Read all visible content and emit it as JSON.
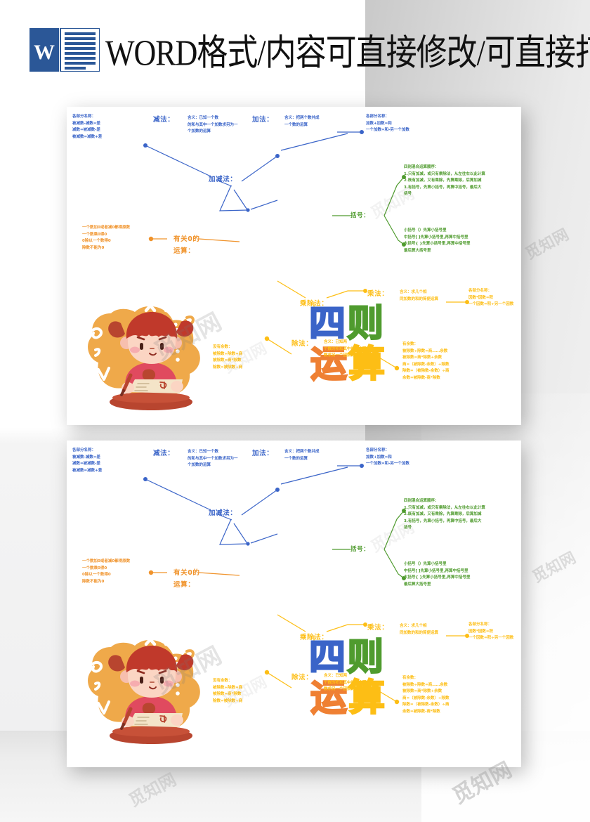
{
  "banner": {
    "title": "WORD格式/内容可直接修改/可直接打印",
    "icon": "word-icon",
    "icon_letter": "W"
  },
  "mindmap": {
    "center_title": [
      "四",
      "则",
      "运",
      "算"
    ],
    "center_colors": [
      "#3a64c8",
      "#4f9b2e",
      "#ef8033",
      "#fdbe15"
    ],
    "branches": {
      "addsub_label": "加减法：",
      "bracket_label": "括号：",
      "zero_label": "有关0的\n运算：",
      "muldiv_label": "乘除法：",
      "sub_label": "减法：",
      "add_label": "加法：",
      "mul_label": "乘法：",
      "div_label": "除法："
    },
    "nodes": {
      "sub_parts": "各部分名称：\n被减数-减数=差\n减数=被减数-差\n被减数=减数+差",
      "sub_meaning": "含义：已知一个数\n的和与其中一个加数求另为一\n个加数的运算",
      "add_meaning": "含义：把两个数并成\n一个数的运算",
      "add_parts": "各部分名称：\n加数+加数=和\n一个加数=和-另一个加数",
      "order_rules": "四则混合运算顺序：\n1.只有加减，或只有乘除法，从左往右以此计算\n2.既有加减，又有乘除，先算乘除，后算加减\n3.有括号，先算小括号，再算中括号，最后大\n括号",
      "bracket_rules": "小括号（）先算小括号里\n中括号[ ]先算小括号里,再算中括号里\n大括号{ }先算小括号里,再算中括号里\n最后算大括号里",
      "zero_rules": "一个数加0或者减0都得原数\n一个数乘0得0\n0除以一个数得0\n除数不能为0",
      "mul_meaning": "含义：求几个相\n同加数的和的简便运算",
      "mul_parts": "各部分名称：\n因数*因数=积\n一个因数=积÷另一个因数",
      "div_meaning": "含义：已知两\n个数的积和其中的一个因\n数求另一个因数的运算",
      "div_no_remainder": "没有余数：\n被除数÷除数=商\n被除数=商*除数\n除数=被除数÷商",
      "div_remainder": "有余数：\n被除数÷除数=商……余数\n被除数=商*除数+余数\n商=（被除数-余数）÷除数\n除数=（被除数-余数）÷商\n余数=被除数-商*除数"
    },
    "illustration_symbols": [
      "+",
      "×",
      "4",
      "÷",
      "2",
      "7",
      "1"
    ]
  },
  "watermark": {
    "text": "觅知网"
  }
}
